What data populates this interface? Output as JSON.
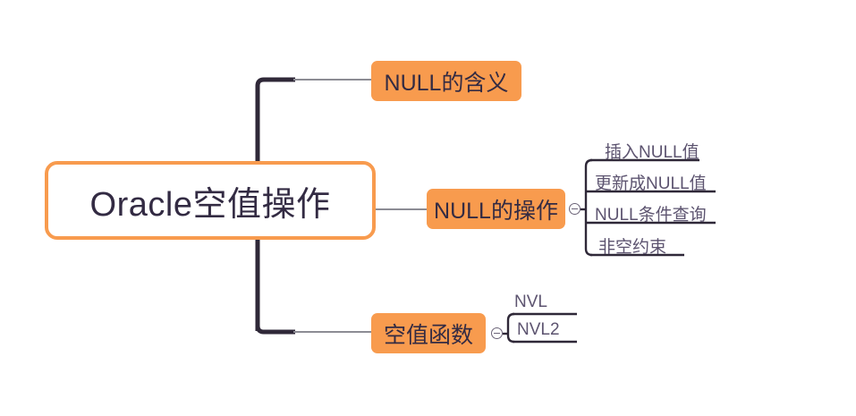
{
  "document": {
    "title": "Oracle空值操作",
    "type": "mind-map"
  },
  "colors": {
    "accent": "#F89B4E",
    "node_text": "#332b43",
    "leaf_text": "#5d5470",
    "trunk": "#2f2838",
    "connector": "#8c8c94",
    "background": "#ffffff"
  },
  "root": {
    "label": "Oracle空值操作"
  },
  "branches": [
    {
      "label": "NULL的含义",
      "toggle": null,
      "children": []
    },
    {
      "label": "NULL的操作",
      "toggle": "collapse-minus-icon",
      "children": [
        {
          "label": "插入NULL值"
        },
        {
          "label": "更新成NULL值"
        },
        {
          "label": "NULL条件查询"
        },
        {
          "label": "非空约束"
        }
      ]
    },
    {
      "label": "空值函数",
      "toggle": "collapse-minus-icon",
      "children": [
        {
          "label": "NVL"
        },
        {
          "label": "NVL2"
        }
      ]
    }
  ]
}
